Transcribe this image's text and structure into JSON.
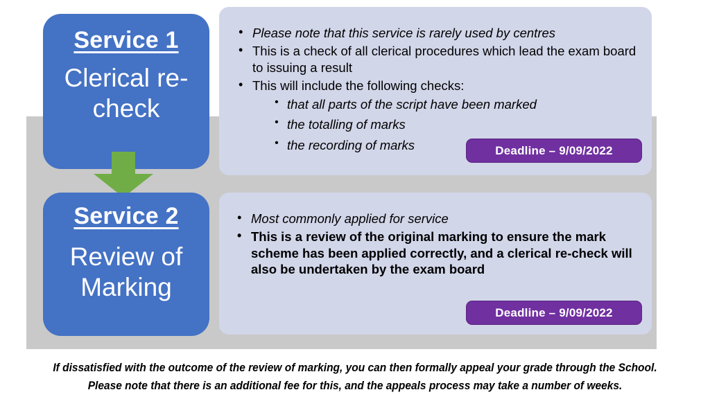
{
  "colors": {
    "box_blue": "#4472C4",
    "panel_lavender": "#D2D6E9",
    "backdrop_gray": "#C9C9C9",
    "arrow_green": "#70AD47",
    "badge_purple": "#7030A0",
    "text_black": "#000000",
    "text_white": "#FFFFFF"
  },
  "services": [
    {
      "heading": "Service 1",
      "subtitle": "Clerical re-check",
      "bullets": [
        {
          "text": "Please note that this service is rarely used by centres",
          "style": "italic"
        },
        {
          "text": "This is a check of all clerical procedures which lead the exam board to issuing a result",
          "style": "normal"
        },
        {
          "text": "This will include the following checks:",
          "style": "normal"
        }
      ],
      "sub_bullets": [
        "that all parts of the script have been marked",
        "the totalling of marks",
        "the recording of marks"
      ],
      "deadline": "Deadline – 9/09/2022"
    },
    {
      "heading": "Service 2",
      "subtitle": "Review of Marking",
      "bullets": [
        {
          "text": "Most commonly applied for service",
          "style": "italic-underline"
        },
        {
          "text": "This is a review of the original marking to ensure the mark scheme has been applied correctly, and a clerical re-check will also be undertaken by the exam board",
          "style": "bold"
        }
      ],
      "sub_bullets": [],
      "deadline": "Deadline – 9/09/2022"
    }
  ],
  "flow": {
    "arrow_icon": "arrow-down-icon"
  },
  "footer": {
    "line1": "If dissatisfied with the outcome of the review of marking, you can then formally appeal your grade through the School.",
    "line2": "Please note that there is an additional fee for this, and the appeals process may take a number of weeks."
  }
}
